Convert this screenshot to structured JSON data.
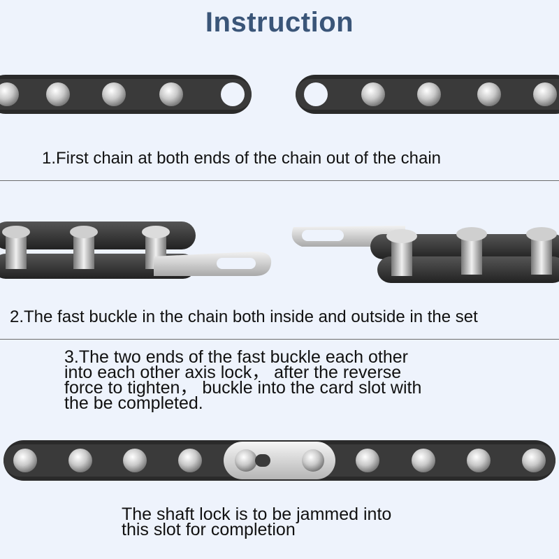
{
  "title": "Instruction",
  "steps": [
    {
      "text": "1.First chain at both ends of the chain out of the chain"
    },
    {
      "text": "2.The fast buckle in the chain both inside and outside in the set"
    },
    {
      "lines": [
        "3.The two ends of the fast buckle each other",
        "into each other axis lock， after the reverse",
        "force to tighten， buckle into the card slot with",
        "the be completed."
      ]
    }
  ],
  "note_lines": [
    "The shaft lock is to be jammed into",
    "this slot for completion"
  ],
  "colors": {
    "background": "#eef3fc",
    "title": "#3a5578",
    "chain_plate": "#2b2b2b",
    "chain_roller": "#cfcfcf",
    "master_link": "#d4d4d4"
  }
}
